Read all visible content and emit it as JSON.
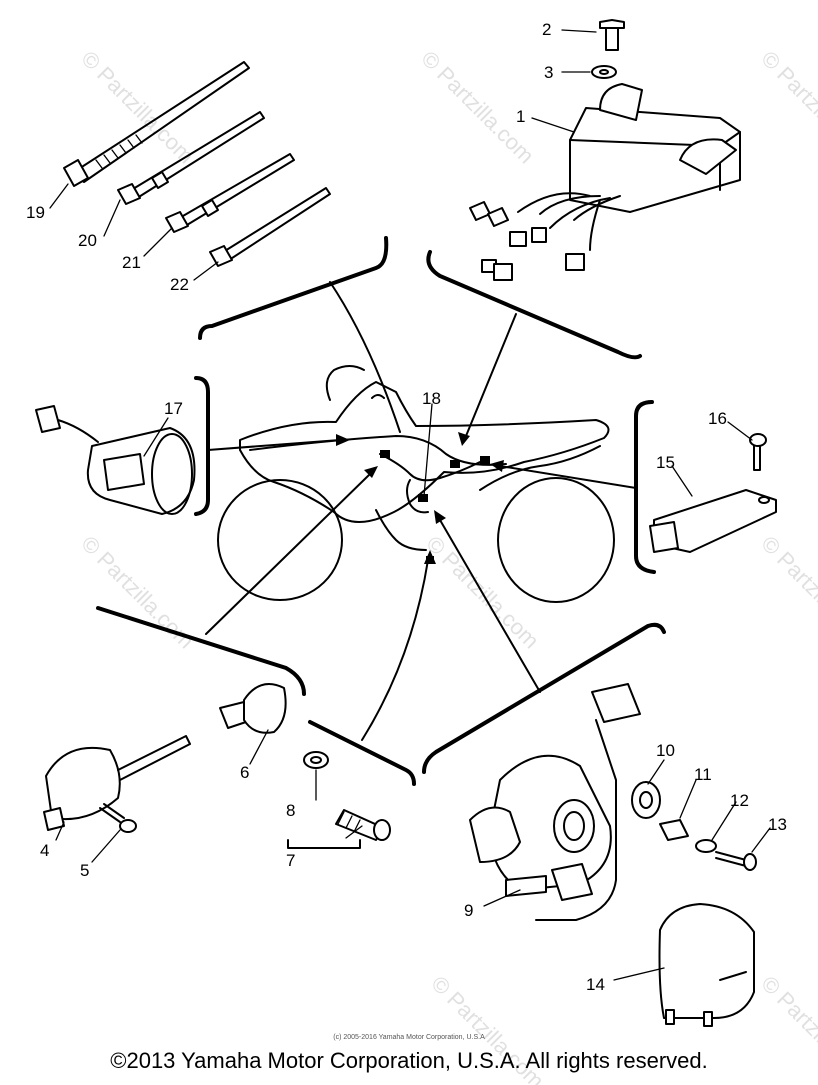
{
  "watermark": "© Partzilla.com",
  "small_copyright": "(c) 2005-2016 Yamaha Motor Corporation, U.S.A",
  "footer_copyright": "©2013 Yamaha Motor Corporation, U.S.A. All rights reserved.",
  "callouts": [
    "1",
    "2",
    "3",
    "4",
    "5",
    "6",
    "7",
    "8",
    "9",
    "10",
    "11",
    "12",
    "13",
    "14",
    "15",
    "16",
    "17",
    "18",
    "19",
    "20",
    "21",
    "22"
  ]
}
